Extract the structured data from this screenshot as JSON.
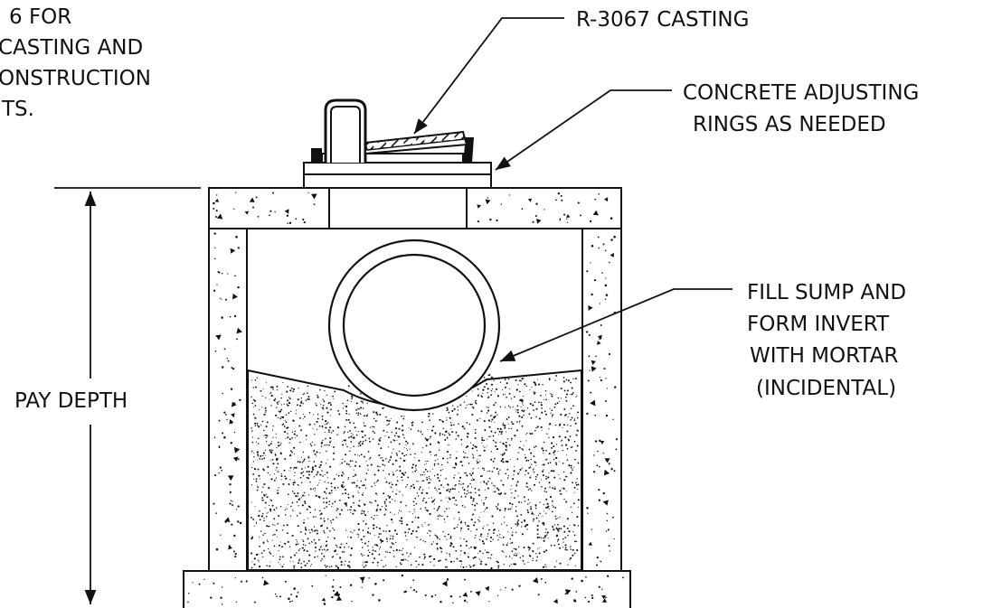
{
  "labels": {
    "note_line1": "6 FOR",
    "note_line2": "CASTING AND",
    "note_line3": "ONSTRUCTION",
    "note_line4": "TS.",
    "casting": "R-3067 CASTING",
    "rings_line1": "CONCRETE ADJUSTING",
    "rings_line2": "RINGS AS NEEDED",
    "sump_line1": "FILL SUMP AND",
    "sump_line2": "FORM INVERT",
    "sump_line3": "WITH MORTAR",
    "sump_line4": "(INCIDENTAL)",
    "pay_depth": "PAY DEPTH"
  },
  "colors": {
    "line": "#111111",
    "background": "#ffffff"
  }
}
